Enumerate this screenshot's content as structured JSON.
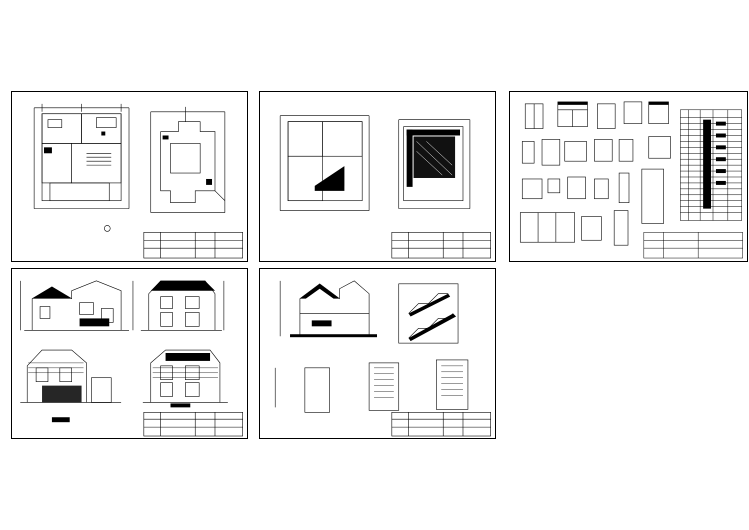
{
  "sheets": [
    {
      "id": "sheet-1",
      "drawings": [
        "plan-left",
        "plan-right"
      ]
    },
    {
      "id": "sheet-2",
      "drawings": [
        "plan-left",
        "plan-right"
      ]
    },
    {
      "id": "sheet-3",
      "drawings": [
        "window-door-details",
        "schedule-table"
      ]
    },
    {
      "id": "sheet-4",
      "drawings": [
        "elevation-1",
        "elevation-2",
        "elevation-3",
        "elevation-4"
      ]
    },
    {
      "id": "sheet-5",
      "drawings": [
        "section",
        "stair-details"
      ]
    }
  ],
  "colors": {
    "ink": "#000000",
    "paper": "#ffffff"
  }
}
